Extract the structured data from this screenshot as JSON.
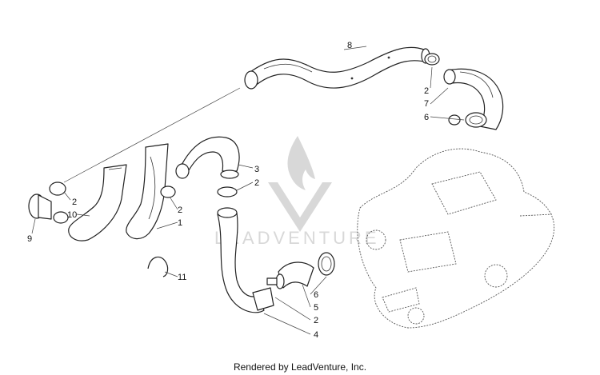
{
  "diagram": {
    "callouts": [
      "1",
      "2",
      "3",
      "4",
      "5",
      "6",
      "7",
      "8",
      "9",
      "10",
      "11"
    ],
    "watermark": "LEADVENTURE",
    "footer": "Rendered by LeadVenture, Inc."
  }
}
